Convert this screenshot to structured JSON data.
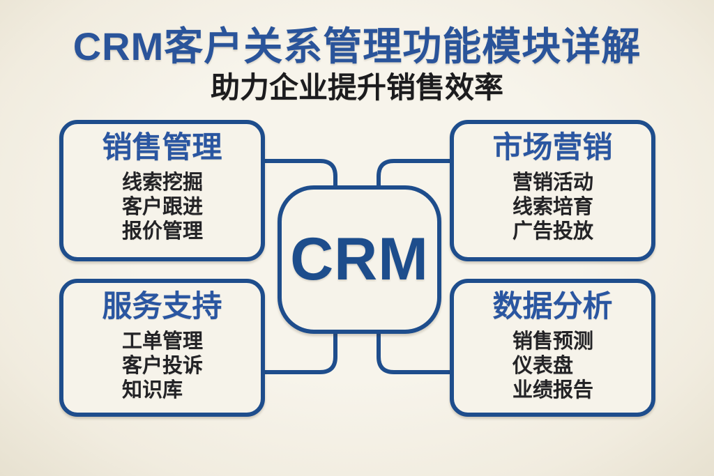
{
  "title": "CRM客户关系管理功能模块详解",
  "subtitle": "助力企业提升销售效率",
  "center": {
    "label": "CRM"
  },
  "modules": [
    {
      "id": "sales",
      "position": "top-left",
      "title": "销售管理",
      "items": [
        "线索挖掘",
        "客户跟进",
        "报价管理"
      ]
    },
    {
      "id": "marketing",
      "position": "top-right",
      "title": "市场营销",
      "items": [
        "营销活动",
        "线索培育",
        "广告投放"
      ]
    },
    {
      "id": "service",
      "position": "bottom-left",
      "title": "服务支持",
      "items": [
        "工单管理",
        "客户投诉",
        "知识库"
      ]
    },
    {
      "id": "analytics",
      "position": "bottom-right",
      "title": "数据分析",
      "items": [
        "销售预测",
        "仪表盘",
        "业绩报告"
      ]
    }
  ],
  "colors": {
    "accent_blue": "#1e4d8c",
    "title_blue": "#2a549a",
    "heading_blue": "#2a56a1",
    "text_dark": "#232326",
    "background_cream": "#f4f0e6",
    "box_fill": "#f6f3ea"
  }
}
